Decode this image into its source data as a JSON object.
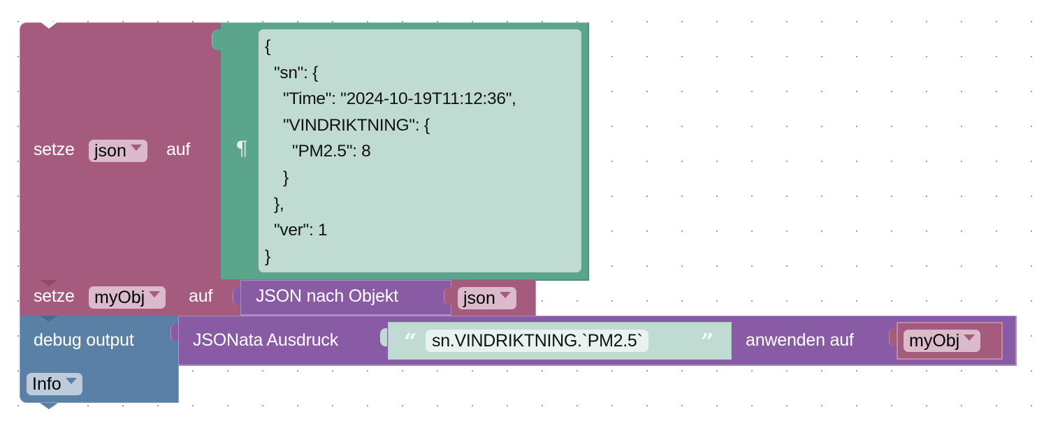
{
  "workspace": {
    "grid": "dotted"
  },
  "blocks": {
    "set_json": {
      "prefix": "setze",
      "variable": "json",
      "suffix": "auf",
      "text_block": {
        "icon": "pilcrow-icon",
        "icon_glyph": "¶",
        "lines": [
          "{",
          "  \"sn\": {",
          "    \"Time\": \"2024-10-19T11:12:36\",",
          "    \"VINDRIKTNING\": {",
          "      \"PM2.5\": 8",
          "    }",
          "  },",
          "  \"ver\": 1",
          "}"
        ]
      }
    },
    "set_myobj": {
      "prefix": "setze",
      "variable": "myObj",
      "suffix": "auf",
      "json_to_object": {
        "label": "JSON nach Objekt",
        "variable": "json"
      }
    },
    "debug": {
      "label": "debug output",
      "level": "Info",
      "jsonata": {
        "label": "JSONata Ausdruck",
        "open_quote": "“",
        "expression": "sn.VINDRIKTNING.`PM2.5`",
        "close_quote": "”",
        "apply_label": "anwenden auf",
        "variable": "myObj"
      }
    }
  },
  "colors": {
    "variables": "#A55B7E",
    "text": "#5BA58C",
    "text_field": "#C0DCD2",
    "json": "#8A5BA5",
    "debug": "#5B80A5"
  }
}
